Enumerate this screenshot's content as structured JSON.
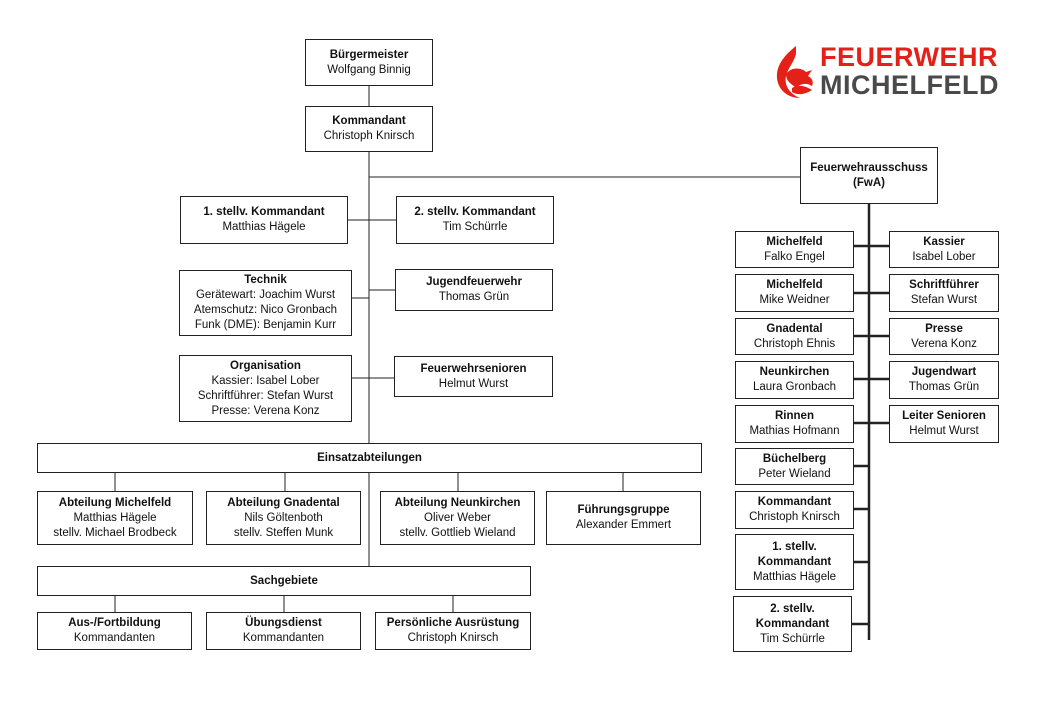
{
  "logo": {
    "line1": "FEUERWEHR",
    "line2": "MICHELFELD",
    "icon": "flame-lion-icon",
    "color_red": "#e32119",
    "color_gray": "#4a4a4a"
  },
  "buergermeister": {
    "title": "Bürgermeister",
    "name": "Wolfgang Binnig"
  },
  "kommandant": {
    "title": "Kommandant",
    "name": "Christoph Knirsch"
  },
  "stellv1": {
    "title": "1. stellv. Kommandant",
    "name": "Matthias Hägele"
  },
  "stellv2": {
    "title": "2. stellv. Kommandant",
    "name": "Tim Schürrle"
  },
  "technik": {
    "title": "Technik",
    "lines": [
      "Gerätewart:  Joachim Wurst",
      "Atemschutz:  Nico Gronbach",
      "Funk (DME):  Benjamin Kurr"
    ]
  },
  "jugend": {
    "title": "Jugendfeuerwehr",
    "name": "Thomas Grün"
  },
  "organisation": {
    "title": "Organisation",
    "lines": [
      "Kassier: Isabel Lober",
      "Schriftführer: Stefan Wurst",
      "Presse: Verena Konz"
    ]
  },
  "senioren": {
    "title": "Feuerwehrsenioren",
    "name": "Helmut Wurst"
  },
  "einsatz": {
    "title": "Einsatzabteilungen"
  },
  "abteilungen": [
    {
      "title": "Abteilung Michelfeld",
      "name": "Matthias Hägele",
      "sub": "stellv. Michael Brodbeck"
    },
    {
      "title": "Abteilung Gnadental",
      "name": "Nils Göltenboth",
      "sub": "stellv. Steffen  Munk"
    },
    {
      "title": "Abteilung Neunkirchen",
      "name": "Oliver Weber",
      "sub": "stellv. Gottlieb Wieland"
    },
    {
      "title": "Führungsgruppe",
      "name": "Alexander Emmert"
    }
  ],
  "sachgebiete": {
    "title": "Sachgebiete"
  },
  "sach_items": [
    {
      "title": "Aus-/Fortbildung",
      "name": "Kommandanten"
    },
    {
      "title": "Übungsdienst",
      "name": "Kommandanten"
    },
    {
      "title": "Persönliche Ausrüstung",
      "name": "Christoph Knirsch"
    }
  ],
  "fwa": {
    "title": "Feuerwehrausschuss",
    "sub": "(FwA)"
  },
  "fwa_left": [
    {
      "title": "Michelfeld",
      "name": "Falko Engel"
    },
    {
      "title": "Michelfeld",
      "name": "Mike Weidner"
    },
    {
      "title": "Gnadental",
      "name": "Christoph Ehnis"
    },
    {
      "title": "Neunkirchen",
      "name": "Laura Gronbach"
    },
    {
      "title": "Rinnen",
      "name": "Mathias Hofmann"
    },
    {
      "title": "Büchelberg",
      "name": "Peter Wieland"
    },
    {
      "title": "Kommandant",
      "name": "Christoph Knirsch"
    },
    {
      "title": "1. stellv. Kommandant",
      "name": "Matthias Hägele"
    },
    {
      "title": "2. stellv. Kommandant",
      "name": "Tim Schürrle"
    }
  ],
  "fwa_right": [
    {
      "title": "Kassier",
      "name": "Isabel Lober"
    },
    {
      "title": "Schriftführer",
      "name": "Stefan Wurst"
    },
    {
      "title": "Presse",
      "name": "Verena Konz"
    },
    {
      "title": "Jugendwart",
      "name": "Thomas Grün"
    },
    {
      "title": "Leiter Senioren",
      "name": "Helmut Wurst"
    }
  ]
}
